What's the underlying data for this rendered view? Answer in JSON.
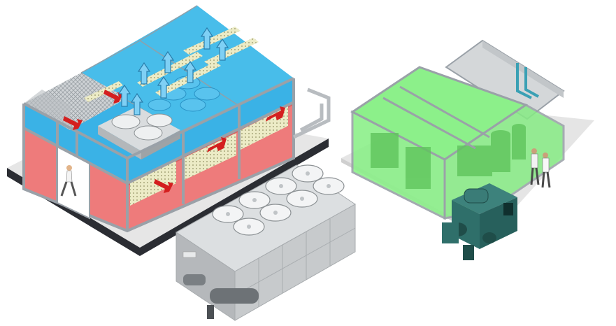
{
  "scene": {
    "colors": {
      "background": "#ffffff",
      "floor": "#e6e6e6",
      "floor_edge": "#2b2d33",
      "cold_zone": "#3ab2e6",
      "cold_zone_dark": "#2a93c6",
      "hot_zone": "#ee7b7b",
      "hot_zone_dark": "#d66464",
      "green_room": "#8cf08a",
      "green_room_dark": "#5fc45c",
      "frame": "#9aa1a8",
      "unit_grey": "#cfd2d4",
      "unit_dark": "#5a5f63",
      "filter_yellow": "#e8e6b8",
      "arrow_red": "#d41f1f",
      "arrow_blue": "#6ec6f0",
      "chiller_teal": "#2f6f6a",
      "chiller_teal_dark": "#1f4d49"
    },
    "components": {
      "data_hall": "data-center-module",
      "dry_cooler": "air-cooled-chiller",
      "plant_room": "mechanical-plant-room",
      "water_chiller": "water-cooled-chiller",
      "people": [
        "person-walking",
        "person-standing",
        "person-standing"
      ]
    }
  }
}
